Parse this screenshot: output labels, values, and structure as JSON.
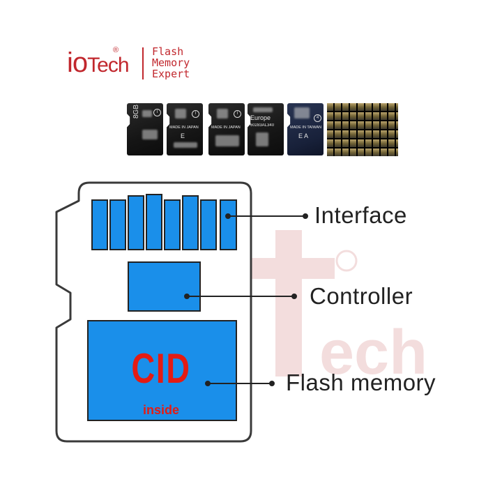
{
  "header": {
    "logo_main": "io",
    "logo_tech": "Tech",
    "logo_reg": "®",
    "tagline": "Flash\nMemory\nExpert"
  },
  "sample_cards": [
    {
      "variant": "dark",
      "vertical_text": "8GB",
      "badge": "I"
    },
    {
      "variant": "dark",
      "line1": "MADE IN JAPAN",
      "line2": "E",
      "badge": "I"
    },
    {
      "variant": "dark",
      "line1": "MADE IN JAPAN",
      "badge": "I"
    },
    {
      "variant": "dark",
      "title": "Europe",
      "line1": "60283AL340"
    },
    {
      "variant": "blue",
      "line1": "MADE IN TAIWAN",
      "line2": "E A",
      "badge": "4"
    },
    {
      "variant": "bulk"
    }
  ],
  "diagram": {
    "labels": {
      "interface": "Interface",
      "controller": "Controller",
      "flash_memory": "Flash memory"
    },
    "cid_text": "CID",
    "cid_subtext": "inside",
    "watermark_text": "ioTech",
    "colors": {
      "block_fill": "#1a8fea",
      "block_stroke": "#222222",
      "card_outline": "#3a3a3a",
      "cid_red": "#e41b13",
      "watermark": "#f2dada"
    }
  }
}
